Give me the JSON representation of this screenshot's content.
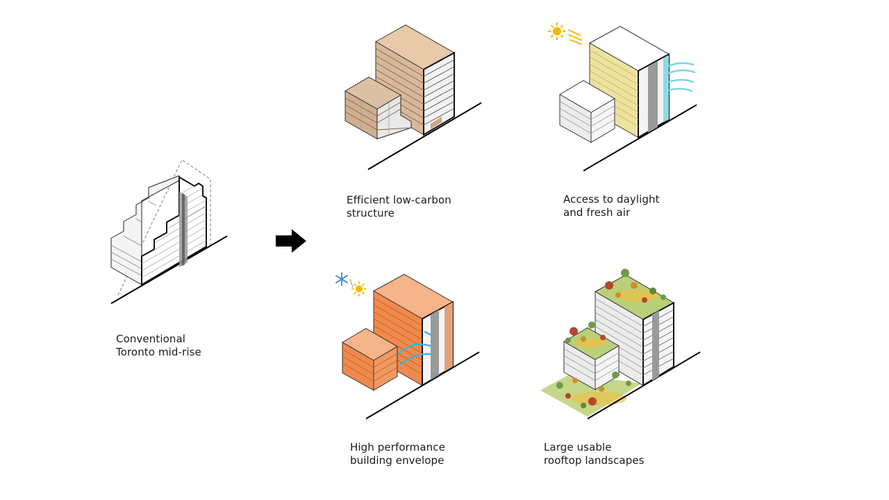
{
  "captions": {
    "conventional": [
      "Conventional",
      "Toronto mid-rise"
    ],
    "structure": [
      "Efficient low-carbon",
      "structure"
    ],
    "daylight": [
      "Access to daylight",
      "and fresh air"
    ],
    "envelope": [
      "High performance",
      "building envelope"
    ],
    "rooftop": [
      "Large usable",
      "rooftop landscapes"
    ]
  },
  "icons": {
    "arrow": "right-arrow-icon",
    "sun": "sun-icon",
    "wind": "air-flow-icon",
    "snowflake": "snowflake-icon",
    "tree": "tree-icon"
  },
  "colors": {
    "structure_wood": "#e6c6a6",
    "daylight_yellow": "#ece3a0",
    "envelope_orange": "#ef8a4c",
    "green_roof": "#b9cf7a",
    "sun": "#f5b800",
    "snow": "#4a8fd6",
    "air": "#7ad4e8",
    "glass": "#8fd9e6"
  }
}
